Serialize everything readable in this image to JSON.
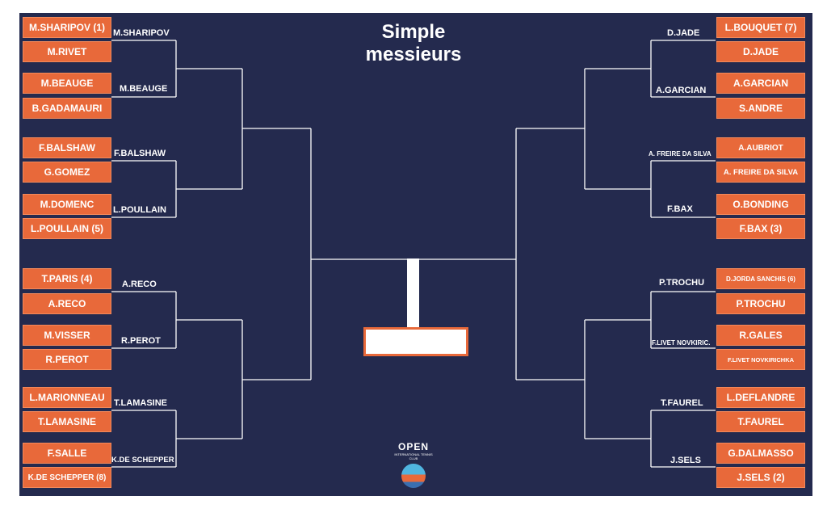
{
  "title_line1": "Simple",
  "title_line2": "messieurs",
  "logo": {
    "text": "OPEN",
    "sub": "INTERNATIONAL TENNIS CLUB"
  },
  "left": {
    "players": [
      "M.SHARIPOV (1)",
      "M.RIVET",
      "M.BEAUGE",
      "B.GADAMAURI",
      "F.BALSHAW",
      "G.GOMEZ",
      "M.DOMENC",
      "L.POULLAIN (5)",
      "T.PARIS (4)",
      "A.RECO",
      "M.VISSER",
      "R.PEROT",
      "L.MARIONNEAU",
      "T.LAMASINE",
      "F.SALLE",
      "K.DE SCHEPPER (8)"
    ],
    "round2": [
      "M.SHARIPOV",
      "M.BEAUGE",
      "F.BALSHAW",
      "L.POULLAIN",
      "A.RECO",
      "R.PEROT",
      "T.LAMASINE",
      "K.DE SCHEPPER"
    ]
  },
  "right": {
    "players": [
      "L.BOUQUET (7)",
      "D.JADE",
      "A.GARCIAN",
      "S.ANDRE",
      "A.AUBRIOT",
      "A. FREIRE DA SILVA",
      "O.BONDING",
      "F.BAX (3)",
      "D.JORDA SANCHIS (6)",
      "P.TROCHU",
      "R.GALES",
      "F.LIVET NOVKIRICHKA",
      "L.DEFLANDRE",
      "T.FAUREL",
      "G.DALMASSO",
      "J.SELS (2)"
    ],
    "round2": [
      "D.JADE",
      "A.GARCIAN",
      "A. FREIRE DA SILVA",
      "F.BAX",
      "P.TROCHU",
      "F.LIVET NOVKIRIC.",
      "T.FAUREL",
      "J.SELS"
    ]
  }
}
